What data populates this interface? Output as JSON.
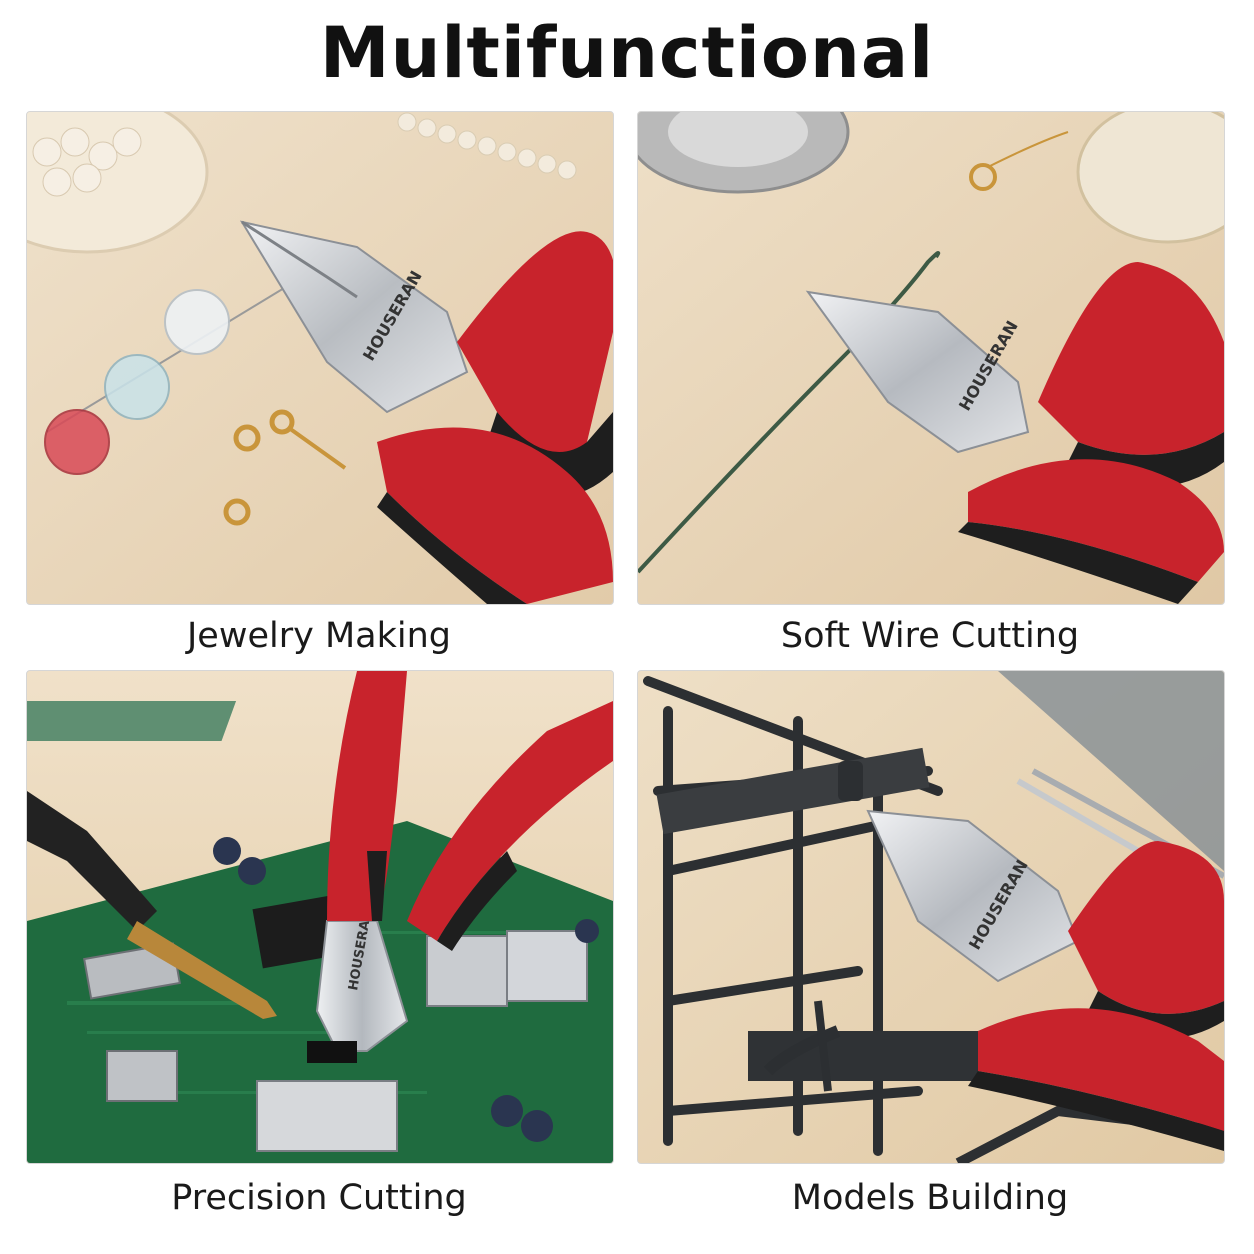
{
  "title": "Multifunctional",
  "panels": [
    {
      "caption": "Jewelry Making"
    },
    {
      "caption": "Soft Wire Cutting"
    },
    {
      "caption": "Precision Cutting"
    },
    {
      "caption": "Models Building"
    }
  ],
  "brand_marking": "HOUSERAN",
  "colors": {
    "handle_red": "#c8232c",
    "handle_black": "#1e1e1e",
    "steel": "#c9ccd0",
    "wood": "#e8d5bb",
    "pcb_green": "#1f6b3f"
  }
}
